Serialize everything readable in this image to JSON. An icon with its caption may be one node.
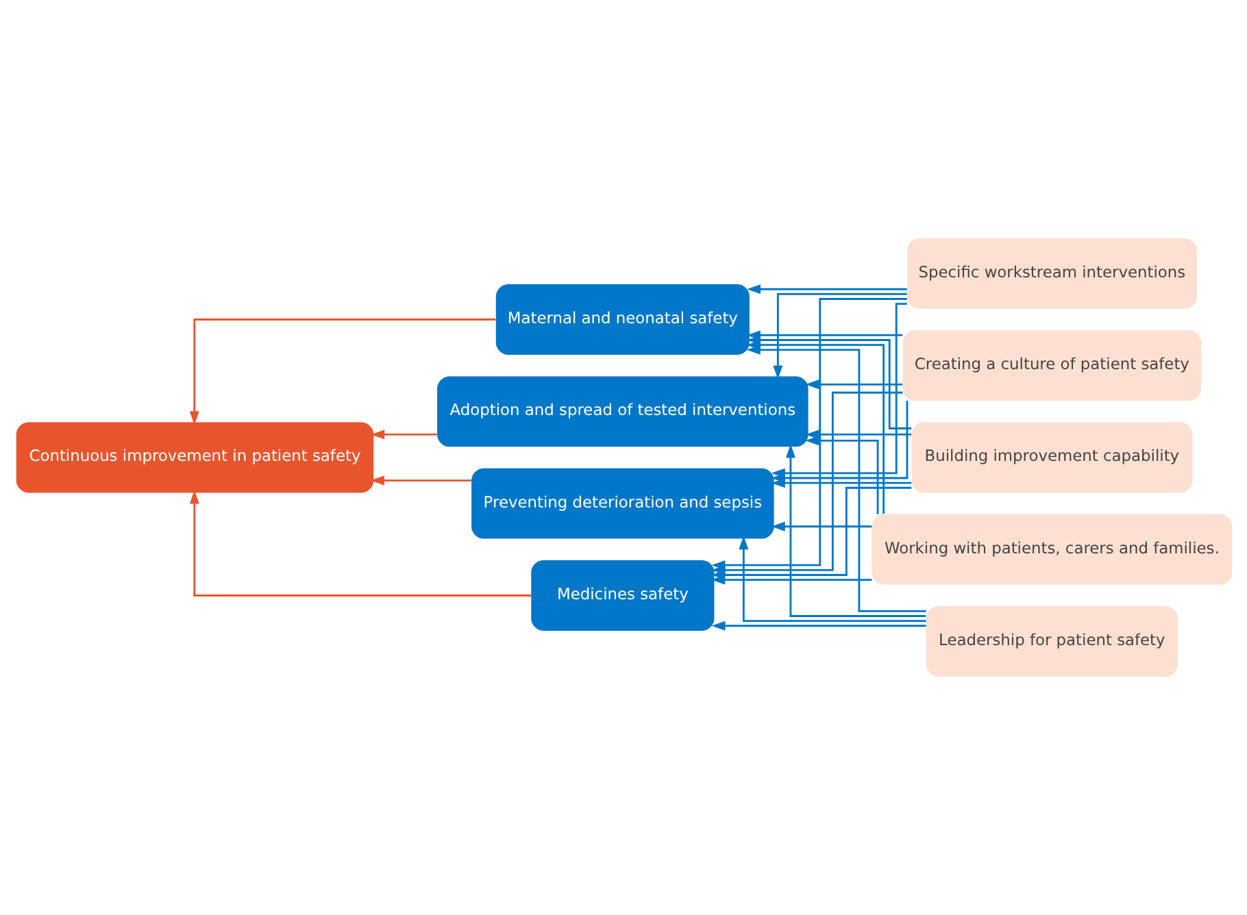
{
  "diagram": {
    "nodes": [
      {
        "text": [
          "Continuous improvement in patient safety"
        ]
      },
      {
        "text": [
          "Preventing deterioration and sepsis"
        ]
      },
      {
        "text": [
          "Medicines safety"
        ]
      },
      {
        "text": [
          "Maternal and neonatal safety"
        ]
      },
      {
        "text": [
          "Adoption and spread of tested interventions"
        ]
      },
      {
        "text": [
          "Creating a culture of patient safety"
        ]
      },
      {
        "text": [
          "Building improvement capability"
        ]
      },
      {
        "text": [
          "Working with patients, carers and families."
        ]
      },
      {
        "text": [
          "Leadership for patient safety"
        ]
      },
      {
        "text": [
          "Specific workstream interventions"
        ]
      }
    ],
    "edges": [
      {
        "from": 5,
        "to": 1,
        "arrow": "to"
      },
      {
        "from": 5,
        "to": 2,
        "arrow": "to"
      },
      {
        "from": 5,
        "to": 3,
        "arrow": "to"
      },
      {
        "from": 5,
        "to": 4,
        "arrow": "to"
      },
      {
        "from": 6,
        "to": 1,
        "arrow": "to"
      },
      {
        "from": 6,
        "to": 2,
        "arrow": "to"
      },
      {
        "from": 6,
        "to": 3,
        "arrow": "to"
      },
      {
        "from": 6,
        "to": 4,
        "arrow": "to"
      },
      {
        "from": 7,
        "to": 1,
        "arrow": "to"
      },
      {
        "from": 7,
        "to": 2,
        "arrow": "to"
      },
      {
        "from": 7,
        "to": 3,
        "arrow": "to"
      },
      {
        "from": 7,
        "to": 4,
        "arrow": "to"
      },
      {
        "from": 8,
        "to": 1,
        "arrow": "to"
      },
      {
        "from": 8,
        "to": 2,
        "arrow": "to"
      },
      {
        "from": 8,
        "to": 3,
        "arrow": "to"
      },
      {
        "from": 8,
        "to": 4,
        "arrow": "to"
      },
      {
        "from": 9,
        "to": 1,
        "arrow": "to"
      },
      {
        "from": 9,
        "to": 2,
        "arrow": "to"
      },
      {
        "from": 9,
        "to": 3,
        "arrow": "to"
      },
      {
        "from": 9,
        "to": 4,
        "arrow": "to"
      },
      {
        "from": 1,
        "to": 0,
        "arrow": "to",
        "color": "#e8552d"
      },
      {
        "from": 2,
        "to": 0,
        "arrow": "to",
        "color": "#e8552d"
      },
      {
        "from": 3,
        "to": 0,
        "arrow": "to",
        "color": "#e8552d"
      },
      {
        "from": 4,
        "to": 0,
        "arrow": "to",
        "color": "#e8552d"
      }
    ]
  }
}
